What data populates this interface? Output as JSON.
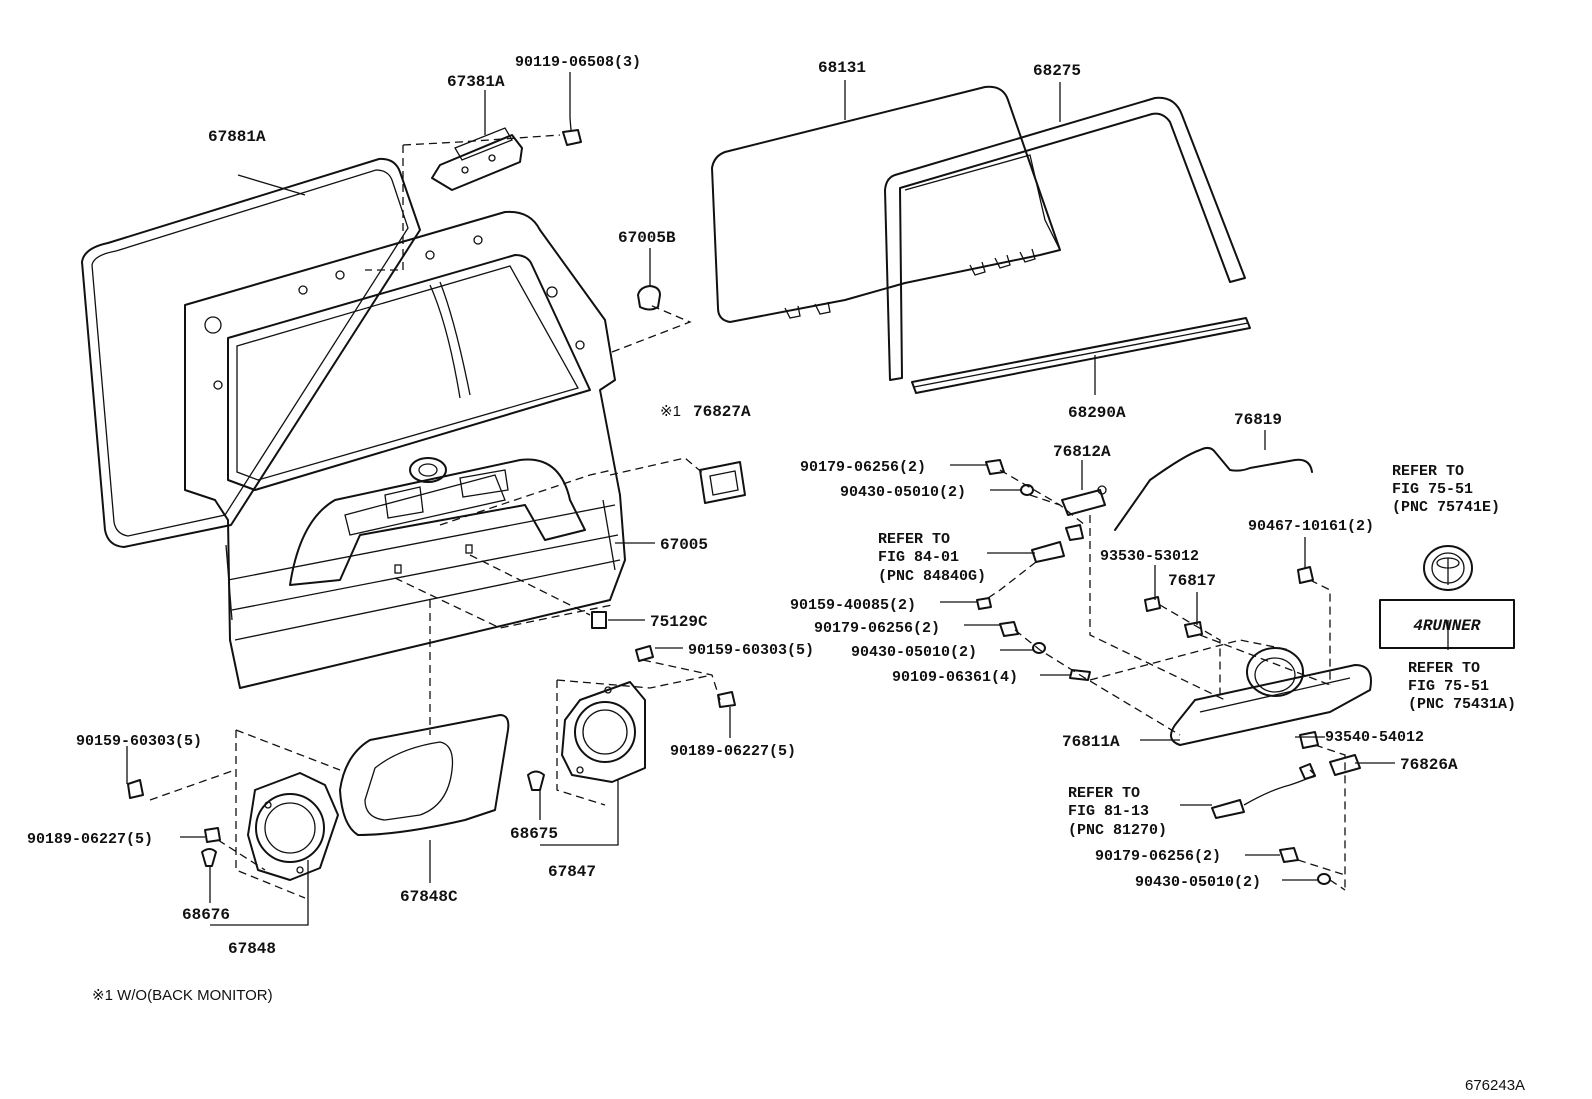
{
  "parts": {
    "p67881A": "67881A",
    "p67381A": "67381A",
    "p9011906508": "90119-06508(3)",
    "p68131": "68131",
    "p68275": "68275",
    "p67005B": "67005B",
    "p68290A": "68290A",
    "p76827A": "76827A",
    "p67005": "67005",
    "p75129C": "75129C",
    "p9015960303a": "90159-60303(5)",
    "p9018906227a": "90189-06227(5)",
    "p9015960303b": "90159-60303(5)",
    "p9018906227b": "90189-06227(5)",
    "p68675": "68675",
    "p67847": "67847",
    "p68676": "68676",
    "p67848": "67848",
    "p67848C": "67848C",
    "p76819": "76819",
    "p76812A": "76812A",
    "p9017906256a": "90179-06256(2)",
    "p9043005010a": "90430-05010(2)",
    "p9015940085": "90159-40085(2)",
    "p9017906256b": "90179-06256(2)",
    "p9043005010b": "90430-05010(2)",
    "p9010906361": "90109-06361(4)",
    "p9353053012": "93530-53012",
    "p76817": "76817",
    "p9046710161": "90467-10161(2)",
    "p76811A": "76811A",
    "p9354054012": "93540-54012",
    "p76826A": "76826A",
    "p9017906256c": "90179-06256(2)",
    "p9043005010c": "90430-05010(2)"
  },
  "refs": {
    "fig8401": [
      "REFER TO",
      "FIG 84-01",
      "(PNC 84840G)"
    ],
    "fig8113": [
      "REFER TO",
      "FIG 81-13",
      "(PNC 81270)"
    ],
    "fig7551a": [
      "REFER TO",
      "FIG 75-51",
      "(PNC 75741E)"
    ],
    "fig7551b": [
      "REFER TO",
      "FIG 75-51",
      "(PNC 75431A)"
    ]
  },
  "note_mark": "※1",
  "footnote": "※1 W/O(BACK MONITOR)",
  "emblem_text": "4RUNNER",
  "figure_id": "676243A"
}
